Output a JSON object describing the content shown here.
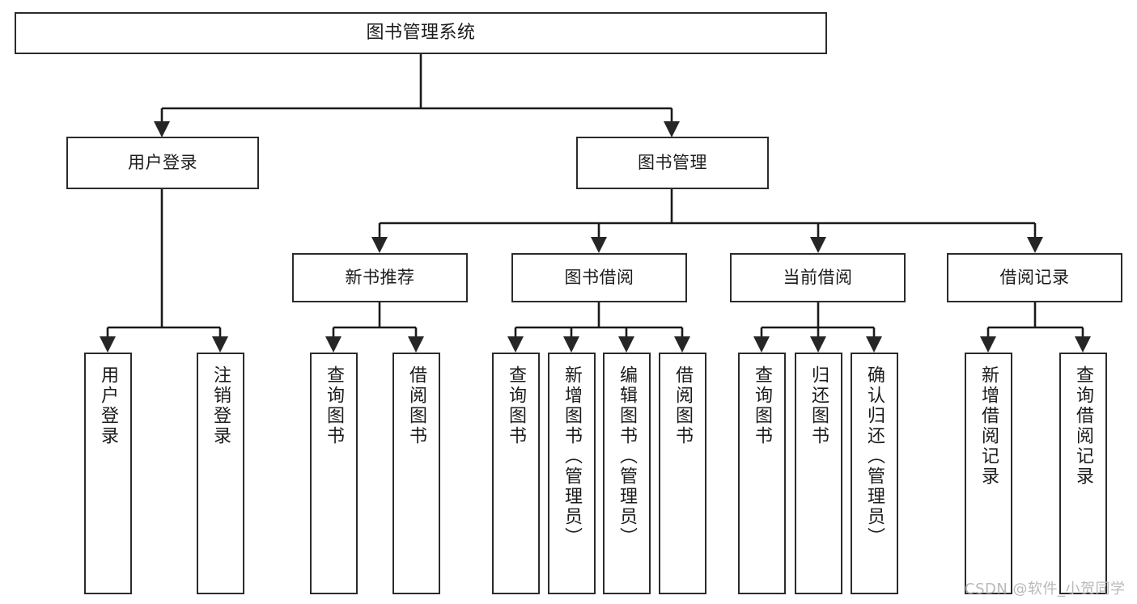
{
  "diagram": {
    "title": "图书管理系统",
    "watermark": "CSDN @软件_小贺同学",
    "line_color": "#1a1a1a",
    "box_border_color": "#2b2b2b",
    "background_color": "#ffffff",
    "text_color": "#1b1b1b",
    "watermark_color": "#b9b9b9"
  },
  "nodes": {
    "root": {
      "label": "图书管理系统"
    },
    "level1": [
      {
        "id": "user-login",
        "label": "用户登录"
      },
      {
        "id": "book-management",
        "label": "图书管理"
      }
    ],
    "level2": [
      {
        "id": "new-book-recommend",
        "label": "新书推荐"
      },
      {
        "id": "book-borrow",
        "label": "图书借阅"
      },
      {
        "id": "current-borrow",
        "label": "当前借阅"
      },
      {
        "id": "borrow-record",
        "label": "借阅记录"
      }
    ],
    "leaves": {
      "user-login": [
        {
          "id": "leaf-user-login",
          "label": "用户登录"
        },
        {
          "id": "leaf-user-logout",
          "label": "注销登录"
        }
      ],
      "new-book-recommend": [
        {
          "id": "leaf-query-book-1",
          "label": "查询图书"
        },
        {
          "id": "leaf-borrow-book-1",
          "label": "借阅图书"
        }
      ],
      "book-borrow": [
        {
          "id": "leaf-query-book-2",
          "label": "查询图书"
        },
        {
          "id": "leaf-add-book",
          "label": "新增图书（管理员）"
        },
        {
          "id": "leaf-edit-book",
          "label": "编辑图书（管理员）"
        },
        {
          "id": "leaf-borrow-book-2",
          "label": "借阅图书"
        }
      ],
      "current-borrow": [
        {
          "id": "leaf-query-book-3",
          "label": "查询图书"
        },
        {
          "id": "leaf-return-book",
          "label": "归还图书"
        },
        {
          "id": "leaf-confirm-return",
          "label": "确认归还（管理员）"
        }
      ],
      "borrow-record": [
        {
          "id": "leaf-add-record",
          "label": "新增借阅记录"
        },
        {
          "id": "leaf-query-record",
          "label": "查询借阅记录"
        }
      ]
    }
  }
}
